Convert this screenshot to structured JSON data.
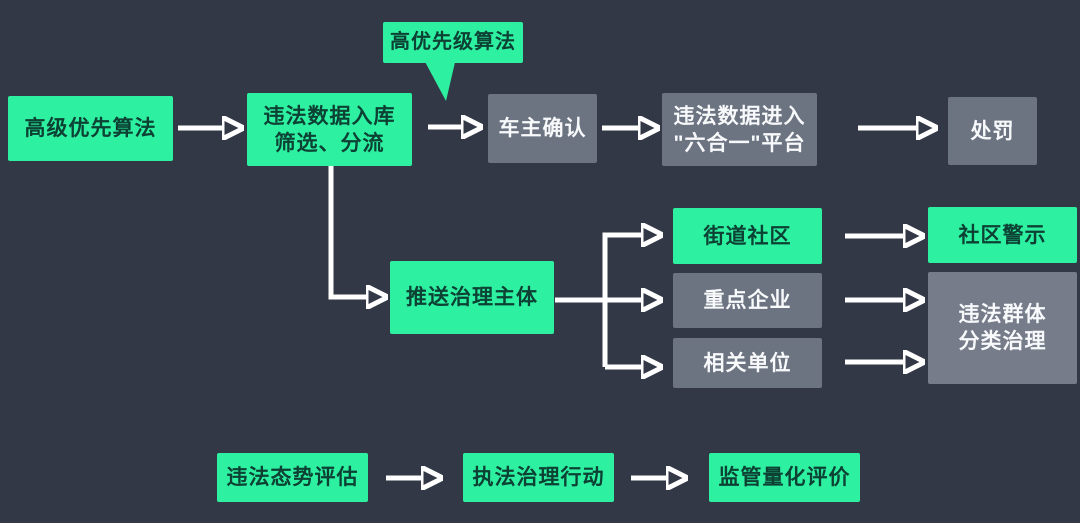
{
  "canvas": {
    "background_color": "#323846",
    "accent_green": "#2ef0a1",
    "green_text_color": "#0c4134",
    "gray_node_color": "#6c7381",
    "gray_big_node_color": "#767c8a",
    "gray_text_color": "#f7f9fb",
    "arrow_color": "#ffffff"
  },
  "callout": {
    "label": "高优先级算法"
  },
  "row1": {
    "algorithm": "高级优先算法",
    "intake_line1": "违法数据入库",
    "intake_line2": "筛选、分流",
    "owner": "车主确认",
    "platform_line1": "违法数据进入",
    "platform_line2": "\"六合一\"平台",
    "punish": "处罚"
  },
  "branch": {
    "push": "推送治理主体",
    "street": "街道社区",
    "enterprise": "重点企业",
    "unit": "相关单位",
    "warning": "社区警示",
    "group_line1": "违法群体",
    "group_line2": "分类治理"
  },
  "bottom": {
    "assess": "违法态势评估",
    "action": "执法治理行动",
    "evaluate": "监管量化评价"
  }
}
